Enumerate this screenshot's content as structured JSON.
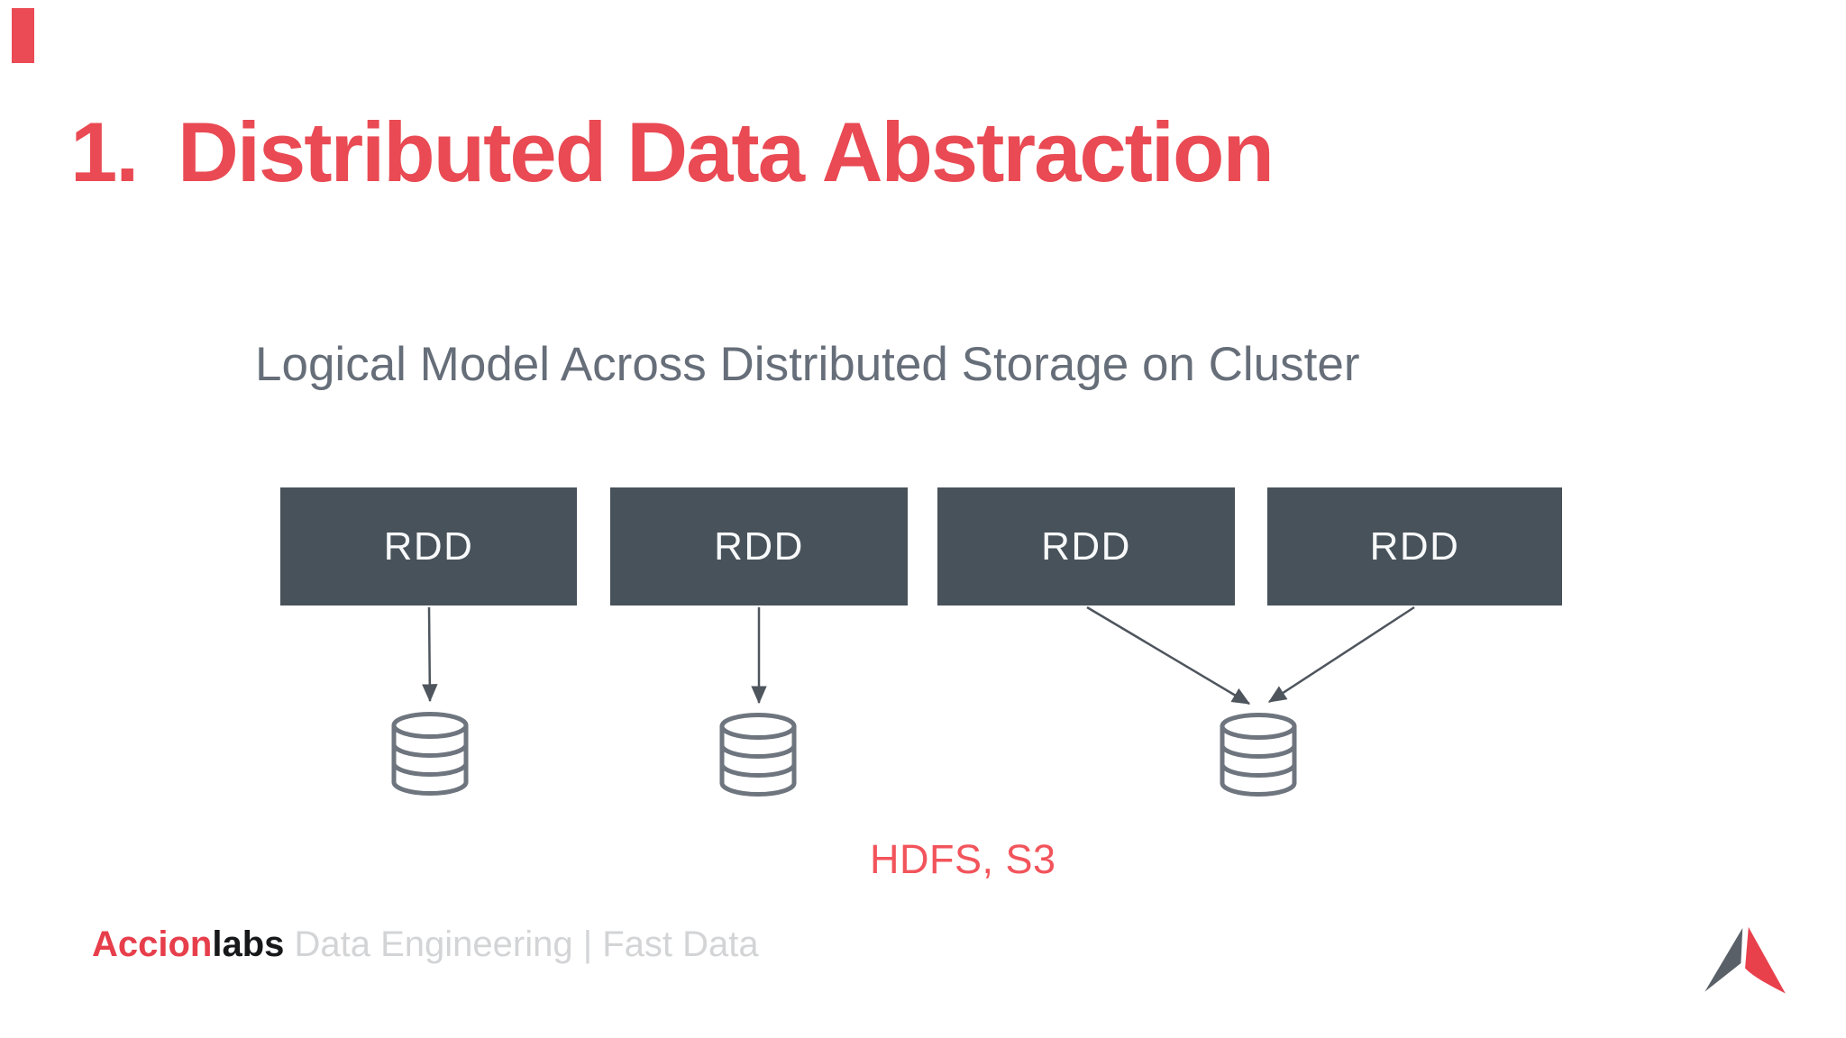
{
  "slide": {
    "title_number": "1.",
    "title": "Distributed Data Abstraction",
    "subtitle": "Logical Model Across Distributed Storage on Cluster"
  },
  "diagram": {
    "nodes": [
      {
        "id": "rdd1",
        "label": "RDD"
      },
      {
        "id": "rdd2",
        "label": "RDD"
      },
      {
        "id": "rdd3",
        "label": "RDD"
      },
      {
        "id": "rdd4",
        "label": "RDD"
      }
    ],
    "storage_nodes": [
      {
        "id": "db1",
        "icon": "database-cylinder-icon"
      },
      {
        "id": "db2",
        "icon": "database-cylinder-icon"
      },
      {
        "id": "db3",
        "icon": "database-cylinder-icon",
        "note": "shared by rdd3 and rdd4"
      }
    ],
    "edges": [
      {
        "from": "rdd1",
        "to": "db1"
      },
      {
        "from": "rdd2",
        "to": "db2"
      },
      {
        "from": "rdd3",
        "to": "db3"
      },
      {
        "from": "rdd4",
        "to": "db3"
      }
    ],
    "storage_label": "HDFS, S3",
    "colors": {
      "title_red": "#E94A53",
      "storage_label_red": "#F2545B",
      "node_box": "#48525A",
      "node_text": "#F7F9FA",
      "arrow": "#4E555D",
      "cylinder_stroke": "#6E757E",
      "subtitle_gray": "#666E79"
    }
  },
  "footer": {
    "brand_accion": "Accion",
    "brand_labs": "labs",
    "tagline": " Data Engineering | Fast Data",
    "logo_colors": {
      "gray": "#5A6068",
      "red": "#E8414C"
    }
  }
}
